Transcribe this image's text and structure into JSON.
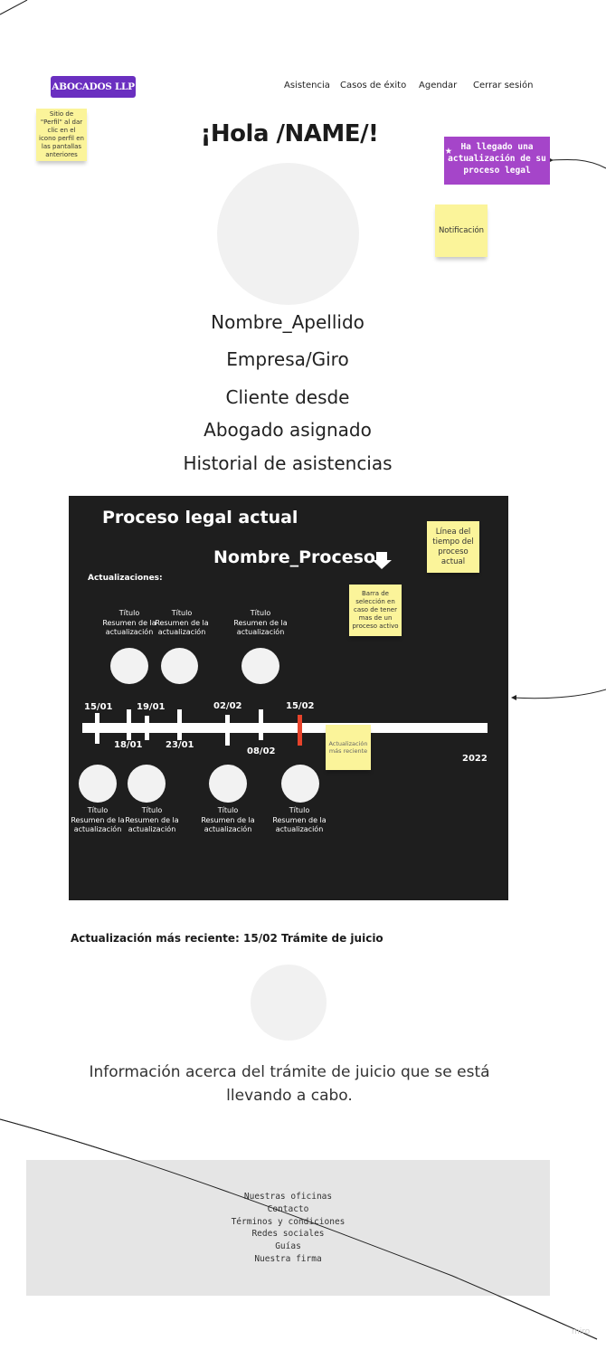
{
  "brand": {
    "logo": "ABOCADOS LLP",
    "logo_color": "#6a2fc0"
  },
  "nav": {
    "items": [
      "Asistencia",
      "Casos de éxito",
      "Agendar",
      "Cerrar sesión"
    ]
  },
  "notes": {
    "profile_note": "Sitio de \"Perfil\" al dar clic en el icono perfil en las pantallas anteriores",
    "notification_note": "Notificación",
    "timeline_note": "Línea del tiempo del proceso actual",
    "selector_note": "Barra de selección en caso de tener mas de un proceso activo",
    "recent_note": "Actualización más reciente"
  },
  "greeting": "¡Hola /NAME/!",
  "alert": {
    "text": "Ha llegado una actualización de su proceso legal",
    "icon": "star-icon",
    "color": "#a545c9"
  },
  "profile": {
    "name": "Nombre_Apellido",
    "company": "Empresa/Giro",
    "client_since": "Cliente desde",
    "lawyer": "Abogado asignado",
    "history": "Historial de asistencias"
  },
  "process": {
    "heading": "Proceso legal actual",
    "name": "Nombre_Proceso",
    "updates_label": "Actualizaciones:",
    "year": "2022",
    "dates": {
      "d1": "15/01",
      "d2": "18/01",
      "d3": "19/01",
      "d4": "23/01",
      "d5": "02/02",
      "d6": "08/02",
      "d7": "15/02"
    },
    "card_text": {
      "title": "Título",
      "summary": "Resumen de la actualización"
    },
    "highlight_color": "#e8432b"
  },
  "latest": {
    "label": "Actualización más reciente: 15/02 Trámite de juicio",
    "description": "Información acerca del trámite de juicio que se está llevando a cabo."
  },
  "footer": {
    "links": [
      "Nuestras oficinas",
      "Contacto",
      "Términos y condiciones",
      "Redes sociales",
      "Guías",
      "Nuestra firma"
    ]
  },
  "watermark": "miro"
}
